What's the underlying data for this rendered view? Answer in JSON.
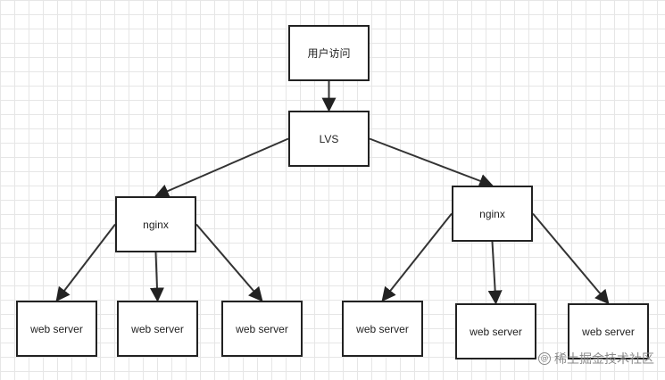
{
  "diagram": {
    "nodes": {
      "user": "用户访问",
      "lvs": "LVS",
      "nginx_left": "nginx",
      "nginx_right": "nginx",
      "web_left_1": "web server",
      "web_left_2": "web server",
      "web_left_3": "web server",
      "web_right_1": "web server",
      "web_right_2": "web server",
      "web_right_3": "web server"
    },
    "edges": [
      [
        "user",
        "lvs"
      ],
      [
        "lvs",
        "nginx_left"
      ],
      [
        "lvs",
        "nginx_right"
      ],
      [
        "nginx_left",
        "web_left_1"
      ],
      [
        "nginx_left",
        "web_left_2"
      ],
      [
        "nginx_left",
        "web_left_3"
      ],
      [
        "nginx_right",
        "web_right_1"
      ],
      [
        "nginx_right",
        "web_right_2"
      ],
      [
        "nginx_right",
        "web_right_3"
      ]
    ]
  },
  "watermark": {
    "icon": "at-icon",
    "text": "@稀土掘金技术社区"
  }
}
